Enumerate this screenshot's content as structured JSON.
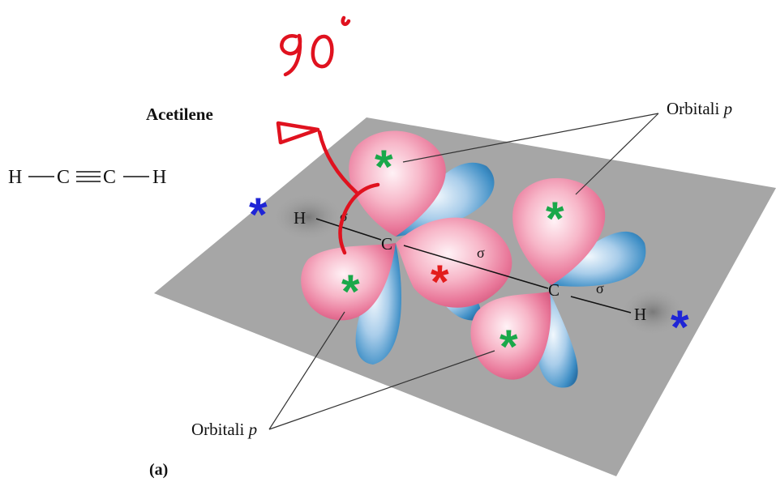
{
  "title": "Acetilene",
  "formula": {
    "h1": "H",
    "c1": "C",
    "c2": "C",
    "h2": "H"
  },
  "labels": {
    "orbitals_top": "Orbitali",
    "orbitals_top_italic": "p",
    "orbitals_bottom": "Orbitali",
    "orbitals_bottom_italic": "p",
    "figure_tag": "(a)"
  },
  "atoms": {
    "c_left": "C",
    "c_right": "C",
    "h_left": "H",
    "h_right": "H"
  },
  "bonds": {
    "sigma_ch_left": "σ",
    "sigma_cc": "σ",
    "sigma_ch_right": "σ"
  },
  "annotations": {
    "handwritten_angle": "90°",
    "star_symbol": "*"
  },
  "colors": {
    "plane": "#a6a6a6",
    "lobe_pink": "#e9789a",
    "lobe_blue": "#3f8fc6",
    "star_green": "#1aa84a",
    "star_blue": "#1f25d6",
    "star_red": "#e31c1c",
    "handwriting": "#e0121f"
  }
}
